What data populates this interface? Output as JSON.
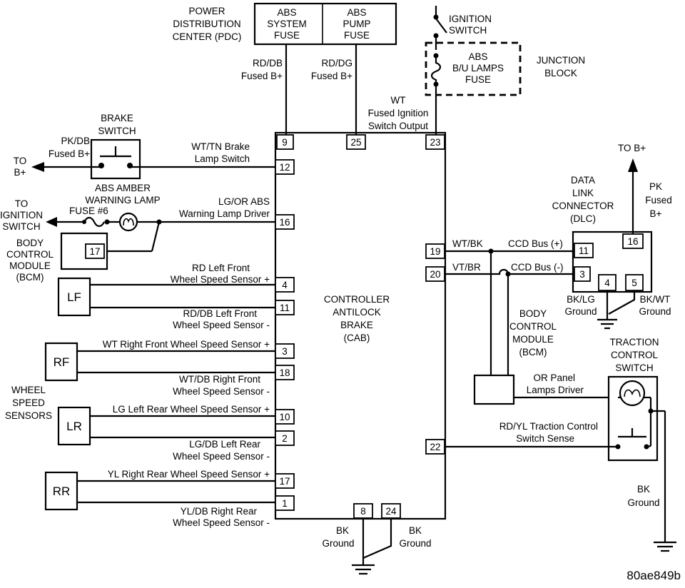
{
  "pdc": {
    "label_1": "POWER",
    "label_2": "DISTRIBUTION",
    "label_3": "CENTER (PDC)",
    "fuse1_1": "ABS",
    "fuse1_2": "SYSTEM",
    "fuse1_3": "FUSE",
    "fuse2_1": "ABS",
    "fuse2_2": "PUMP",
    "fuse2_3": "FUSE"
  },
  "ignition": {
    "label_1": "IGNITION",
    "label_2": "SWITCH"
  },
  "junction": {
    "fuse_1": "ABS",
    "fuse_2": "B/U LAMPS",
    "fuse_3": "FUSE",
    "label_1": "JUNCTION",
    "label_2": "BLOCK"
  },
  "wires_top": {
    "rd_db_1": "RD/DB",
    "rd_db_2": "Fused B+",
    "rd_dg_1": "RD/DG",
    "rd_dg_2": "Fused B+",
    "wt_1": "WT",
    "wt_2": "Fused Ignition",
    "wt_3": "Switch Output"
  },
  "brake_switch": {
    "label_1": "BRAKE",
    "label_2": "SWITCH",
    "feed_1": "PK/DB",
    "feed_2": "Fused B+",
    "to_1": "TO",
    "to_2": "B+",
    "wire_1": "WT/TN Brake",
    "wire_2": "Lamp Switch"
  },
  "warning_lamp": {
    "label_1": "ABS AMBER",
    "label_2": "WARNING LAMP",
    "to_1": "TO",
    "to_2": "IGNITION",
    "to_3": "SWITCH",
    "fuse": "FUSE #6",
    "wire_1": "LG/OR ABS",
    "wire_2": "Warning Lamp Driver"
  },
  "bcm_left": {
    "label_1": "BODY",
    "label_2": "CONTROL",
    "label_3": "MODULE",
    "label_4": "(BCM)",
    "pin": "17"
  },
  "sensors": {
    "group_1": "WHEEL",
    "group_2": "SPEED",
    "group_3": "SENSORS",
    "lf": "LF",
    "rf": "RF",
    "lr": "LR",
    "rr": "RR",
    "lf_plus_1": "RD Left Front",
    "lf_plus_2": "Wheel Speed Sensor +",
    "lf_minus_1": "RD/DB Left Front",
    "lf_minus_2": "Wheel Speed Sensor -",
    "rf_plus": "WT  Right Front Wheel Speed Sensor +",
    "rf_minus_1": "WT/DB Right Front",
    "rf_minus_2": "Wheel Speed Sensor -",
    "lr_plus": "LG Left Rear Wheel Speed Sensor +",
    "lr_minus_1": "LG/DB Left Rear",
    "lr_minus_2": "Wheel Speed Sensor -",
    "rr_plus": "YL  Right Rear Wheel Speed Sensor +",
    "rr_minus_1": "YL/DB Right Rear",
    "rr_minus_2": "Wheel Speed Sensor -"
  },
  "cab": {
    "label_1": "CONTROLLER",
    "label_2": "ANTILOCK",
    "label_3": "BRAKE",
    "label_4": "(CAB)",
    "pins": {
      "p9": "9",
      "p25": "25",
      "p23": "23",
      "p12": "12",
      "p16": "16",
      "p4": "4",
      "p11": "11",
      "p3": "3",
      "p18": "18",
      "p10": "10",
      "p2": "2",
      "p17": "17",
      "p1": "1",
      "p19": "19",
      "p20": "20",
      "p22": "22",
      "p8": "8",
      "p24": "24"
    }
  },
  "ground_bottom": {
    "left_1": "BK",
    "left_2": "Ground",
    "right_1": "BK",
    "right_2": "Ground"
  },
  "dlc": {
    "label_1": "DATA",
    "label_2": "LINK",
    "label_3": "CONNECTOR",
    "label_4": "(DLC)",
    "to": "TO B+",
    "pk_1": "PK",
    "pk_2": "Fused",
    "pk_3": "B+",
    "pins": {
      "p16": "16",
      "p11": "11",
      "p3": "3",
      "p4": "4",
      "p5": "5"
    },
    "wt_bk": "WT/BK",
    "ccd_plus": "CCD Bus (+)",
    "vt_br": "VT/BR",
    "ccd_minus": "CCD Bus (-)",
    "bk_lg_1": "BK/LG",
    "bk_lg_2": "Ground",
    "bk_wt_1": "BK/WT",
    "bk_wt_2": "Ground"
  },
  "bcm_right": {
    "label_1": "BODY",
    "label_2": "CONTROL",
    "label_3": "MODULE",
    "label_4": "(BCM)",
    "or_1": "OR Panel",
    "or_2": "Lamps Driver"
  },
  "traction": {
    "label_1": "TRACTION",
    "label_2": "CONTROL",
    "label_3": "SWITCH",
    "sense_1": "RD/YL Traction Control",
    "sense_2": "Switch Sense",
    "bk_1": "BK",
    "bk_2": "Ground"
  },
  "figure_id": "80ae849b"
}
